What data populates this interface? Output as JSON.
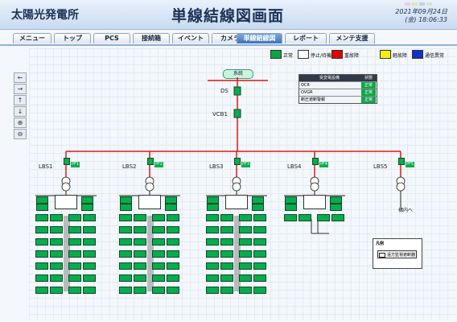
{
  "header": {
    "app_title": "太陽光発電所",
    "page_title": "単線結線図画面",
    "date": "2021年09月24日",
    "time": "(金) 18:06:33"
  },
  "tabs": [
    {
      "label": "メニュー",
      "active": false
    },
    {
      "label": "トップ",
      "active": false
    },
    {
      "label": "PCS",
      "active": false
    },
    {
      "label": "接続箱",
      "active": false
    },
    {
      "label": "イベント",
      "active": false
    },
    {
      "label": "カメラ",
      "active": false
    },
    {
      "label": "単線結線図",
      "active": true
    },
    {
      "label": "レポート",
      "active": false
    },
    {
      "label": "メンテ支援",
      "active": false
    }
  ],
  "legend": [
    {
      "label": "正常",
      "color": "#0aa640"
    },
    {
      "label": "停止/待機",
      "color": "#ffffff"
    },
    {
      "label": "重故障",
      "color": "#e00000"
    },
    {
      "label": "軽故障",
      "color": "#f7ef12"
    },
    {
      "label": "通信異常",
      "color": "#1131c8"
    }
  ],
  "tools": [
    "←",
    "→",
    "↑",
    "↓",
    "⊕",
    "⊖"
  ],
  "diagram": {
    "system_label": "系統",
    "ds_label": "DS",
    "vcb_label": "VCB1",
    "feeders": [
      {
        "lbs": "LBS1",
        "pf": "PF1"
      },
      {
        "lbs": "LBS2",
        "pf": "PF2"
      },
      {
        "lbs": "LBS3",
        "pf": "PF3"
      },
      {
        "lbs": "LBS4",
        "pf": "PF4"
      },
      {
        "lbs": "LBS5",
        "pf": "PF5"
      }
    ],
    "load_label": "構内へ"
  },
  "status_table": {
    "header": [
      "受変電設備",
      "状態"
    ],
    "rows": [
      {
        "name": "OCR",
        "state": "正常"
      },
      {
        "name": "OVGR",
        "state": "正常"
      },
      {
        "name": "断圧遮断警報",
        "state": "正常"
      }
    ]
  },
  "note": {
    "title": "凡例",
    "item": "遠方監視遮断器"
  },
  "colors": {
    "bus": "#e01818",
    "device": "#07ad4c",
    "accent": "#3f72b8"
  }
}
